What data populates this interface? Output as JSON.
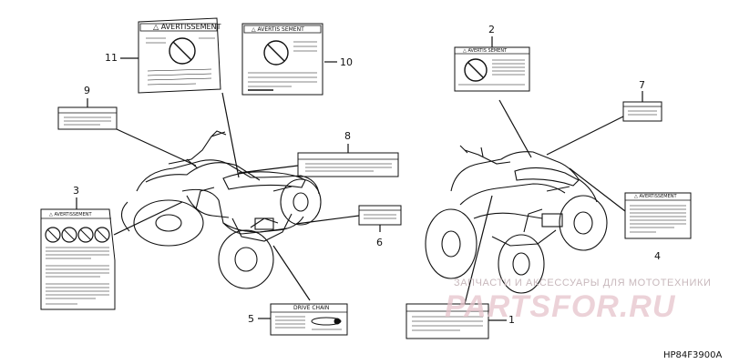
{
  "callouts": {
    "n1": "1",
    "n2": "2",
    "n3": "3",
    "n4": "4",
    "n5": "5",
    "n6": "6",
    "n7": "7",
    "n8": "8",
    "n9": "9",
    "n10": "10",
    "n11": "11"
  },
  "labels": {
    "warning_fr": "AVERTISSEMENT",
    "warning_fr_short": "AVERTIS SEMENT",
    "drive_chain": "DRIVE CHAIN"
  },
  "watermark": {
    "tagline": "ЗАПЧАСТИ И АКСЕССУАРЫ ДЛЯ МОТОТЕХНИКИ",
    "brand": "PARTSFOR.RU"
  },
  "diagram_code": "HP84F3900A"
}
